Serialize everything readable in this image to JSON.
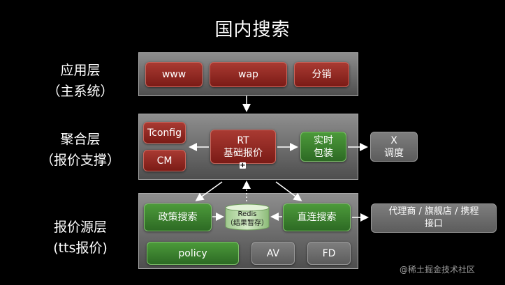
{
  "title": "国内搜索",
  "layers": {
    "application": {
      "label_line1": "应用层",
      "label_line2": "（主系统）"
    },
    "aggregation": {
      "label_line1": "聚合层",
      "label_line2": "（报价支撑）"
    },
    "source": {
      "label_line1": "报价源层",
      "label_line2": "(tts报价)"
    }
  },
  "app_boxes": {
    "www": "www",
    "wap": "wap",
    "distribution": "分销"
  },
  "agg_boxes": {
    "tconfig": "Tconfig",
    "cm": "CM",
    "rt_line1": "RT",
    "rt_line2": "基础报价",
    "realtime_line1": "实时",
    "realtime_line2": "包装",
    "x_line1": "X",
    "x_line2": "调度",
    "plus": "+"
  },
  "source_boxes": {
    "policy_search": "政策搜索",
    "redis_line1": "Redis",
    "redis_line2": "（结果暂存）",
    "direct_search": "直连搜索",
    "policy": "policy",
    "av": "AV",
    "fd": "FD",
    "agents_line1": "代理商 / 旗舰店 / 携程",
    "agents_line2": "接口"
  },
  "watermark": "@稀土掘金技术社区"
}
